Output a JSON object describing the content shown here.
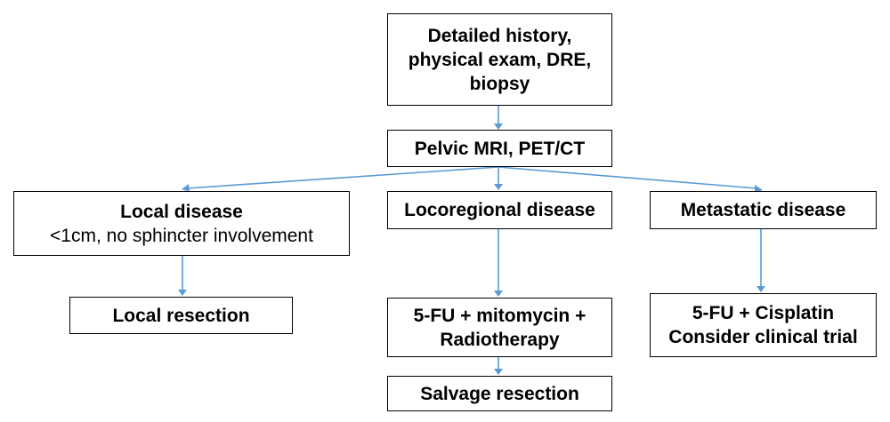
{
  "nodes": {
    "history": {
      "lines": [
        "Detailed history,",
        "physical exam, DRE,",
        "biopsy"
      ]
    },
    "imaging": {
      "lines": [
        "Pelvic MRI, PET/CT"
      ]
    },
    "local": {
      "title": "Local disease",
      "detail": "<1cm, no sphincter involvement"
    },
    "locoregional": {
      "lines": [
        "Locoregional disease"
      ]
    },
    "metastatic": {
      "lines": [
        "Metastatic disease"
      ]
    },
    "local_resection": {
      "lines": [
        "Local resection"
      ]
    },
    "chemoradiation": {
      "lines": [
        "5-FU + mitomycin +",
        "Radiotherapy"
      ]
    },
    "salvage": {
      "lines": [
        "Salvage resection"
      ]
    },
    "cisplatin": {
      "lines": [
        "5-FU + Cisplatin",
        "Consider clinical trial"
      ]
    }
  },
  "edges": [
    {
      "from": "history",
      "to": "imaging"
    },
    {
      "from": "imaging",
      "to": "local"
    },
    {
      "from": "imaging",
      "to": "locoregional"
    },
    {
      "from": "imaging",
      "to": "metastatic"
    },
    {
      "from": "local",
      "to": "local_resection"
    },
    {
      "from": "locoregional",
      "to": "chemoradiation"
    },
    {
      "from": "chemoradiation",
      "to": "salvage"
    },
    {
      "from": "metastatic",
      "to": "cisplatin"
    }
  ],
  "colors": {
    "arrow": "#5b9bd5",
    "border": "#000000",
    "text": "#000000"
  }
}
